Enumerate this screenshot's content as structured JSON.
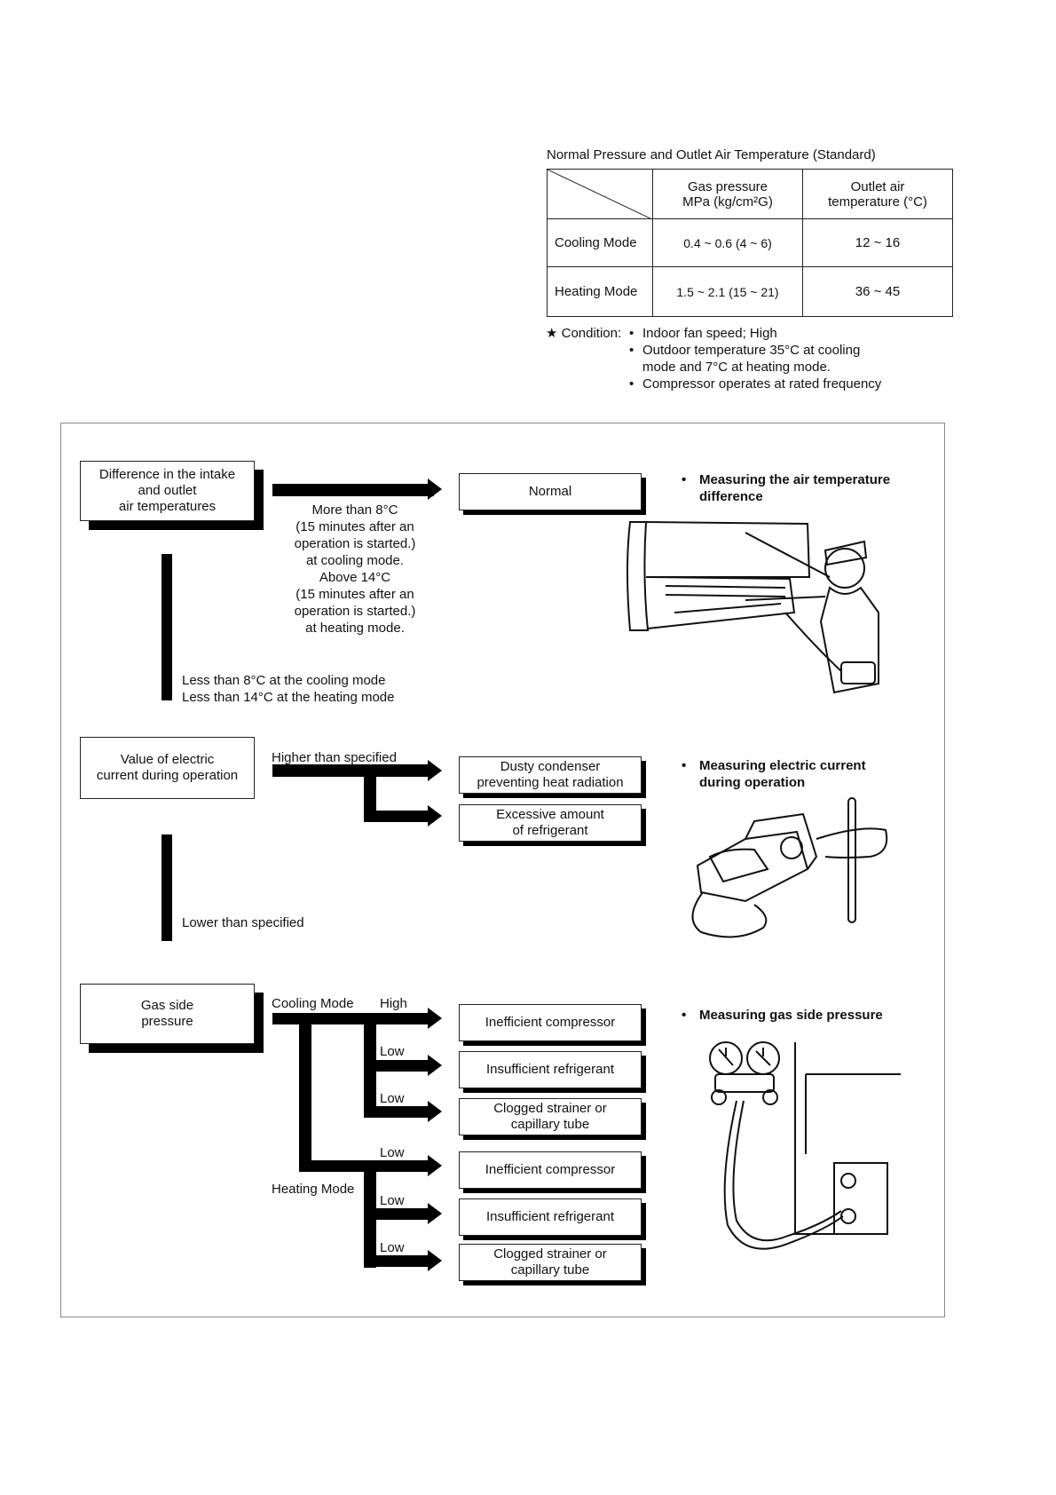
{
  "table": {
    "title": "Normal Pressure and Outlet Air Temperature (Standard)",
    "col_gas": "Gas pressure\nMPa (kg/cm²G)",
    "col_outlet": "Outlet air\ntemperature (°C)",
    "rows": [
      {
        "mode": "Cooling Mode",
        "gas": "0.4 ~ 0.6 (4 ~ 6)",
        "outlet": "12 ~ 16"
      },
      {
        "mode": "Heating Mode",
        "gas": "1.5 ~ 2.1 (15 ~ 21)",
        "outlet": "36 ~ 45"
      }
    ]
  },
  "condition": {
    "label": "★ Condition:",
    "bullet": "•",
    "items": [
      "Indoor fan speed; High",
      "Outdoor temperature 35°C at cooling\nmode and 7°C at heating mode.",
      "Compressor operates at rated frequency"
    ]
  },
  "flow": {
    "temp_diff": {
      "box": "Difference in the intake\nand outlet\nair temperatures",
      "condition_normal": "More than 8°C\n(15 minutes after an\noperation is started.)\nat cooling mode.\nAbove 14°C\n(15 minutes after an\noperation is started.)\nat heating mode.",
      "result_normal": "Normal",
      "condition_low": "Less than 8°C at the cooling mode\nLess than 14°C at the heating mode",
      "measure": "Measuring the air temperature\ndifference"
    },
    "current": {
      "box": "Value of electric\ncurrent during operation",
      "condition_high": "Higher than specified",
      "result_1": "Dusty condenser\npreventing heat radiation",
      "result_2": "Excessive amount\nof refrigerant",
      "condition_low": "Lower than specified",
      "measure": "Measuring electric current\nduring operation"
    },
    "gas": {
      "box": "Gas side\npressure",
      "cooling_label": "Cooling Mode",
      "heating_label": "Heating Mode",
      "high": "High",
      "low": "Low",
      "results": [
        "Inefficient compressor",
        "Insufficient refrigerant",
        "Clogged strainer or\ncapillary tube",
        "Inefficient compressor",
        "Insufficient refrigerant",
        "Clogged strainer or\ncapillary tube"
      ],
      "measure": "Measuring gas side pressure"
    },
    "bullet": "•"
  }
}
